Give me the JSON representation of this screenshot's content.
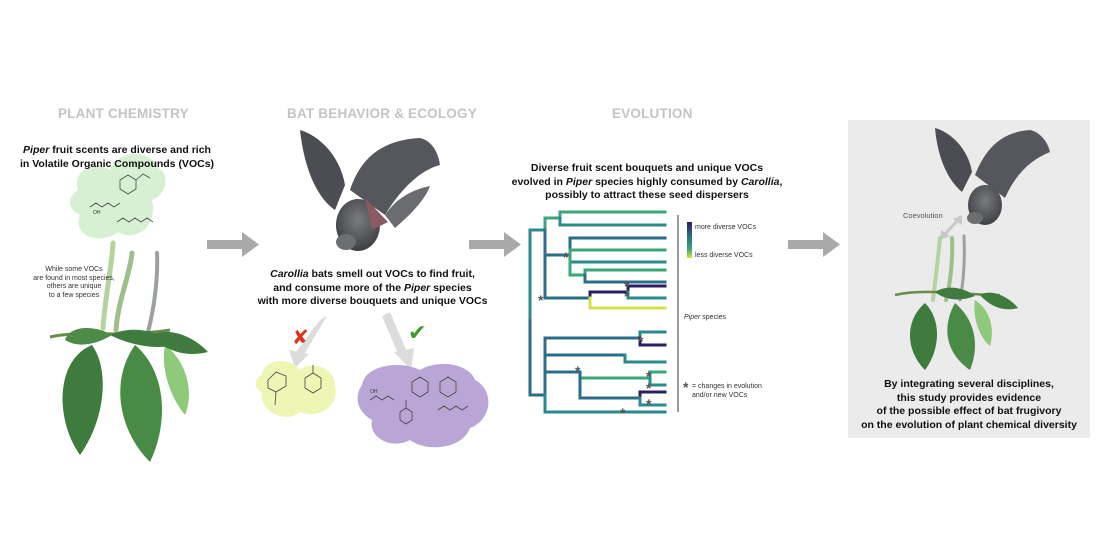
{
  "sections": {
    "plant_chemistry": {
      "title": "PLANT CHEMISTRY",
      "caption_1_italic": "Piper",
      "caption_1_rest": " fruit scents are diverse and rich",
      "caption_2": "in Volatile Organic Compounds (VOCs)",
      "side_note": [
        "While some VOCs",
        "are found in most species,",
        "others are unique",
        "to a few species"
      ],
      "molecule_label": "OH"
    },
    "bat_behavior": {
      "title": "BAT BEHAVIOR & ECOLOGY",
      "caption_1_italic": "Carollia",
      "caption_1_rest": " bats smell out VOCs to find fruit,",
      "caption_2_a": "and consume more of the ",
      "caption_2_italic": "Piper",
      "caption_2_b": " species",
      "caption_3": "with more diverse bouquets and unique VOCs",
      "reject_mark": "✘",
      "accept_mark": "✔",
      "molecule_label": "OH"
    },
    "evolution": {
      "title": "EVOLUTION",
      "caption_1": "Diverse fruit scent bouquets and unique VOCs",
      "caption_2_a": "evolved in ",
      "caption_2_italic_1": "Piper",
      "caption_2_b": " species highly consumed by ",
      "caption_2_italic_2": "Carollia",
      "caption_2_c": ",",
      "caption_3": "possibly to attract these seed dispersers",
      "legend_high": "more diverse VOCs",
      "legend_low": "less diverse VOCs",
      "species_label_italic": "Piper",
      "species_label_rest": " species",
      "change_mark": "*",
      "change_label_1": "= changes in evolution",
      "change_label_2": "and/or new VOCs"
    },
    "conclusion": {
      "coevolution_label": "Coevolution",
      "caption": [
        "By integrating several disciplines,",
        "this study provides evidence",
        "of the possible effect of bat frugivory",
        "on the evolution of plant chemical diversity"
      ]
    }
  },
  "colors": {
    "arrow": "#a9a9a9",
    "title_gray": "#c4c4c4",
    "leaf": "#3f7a3e",
    "leaf_light": "#8fc97a",
    "blob_green": "#d7f0d3",
    "blob_yellow": "#eef6b6",
    "blob_purple": "#b9a6d6",
    "reject": "#e0301e",
    "accept": "#3f9a2a",
    "panel": "#ebebeb",
    "tree_high": "#2d1e5e",
    "tree_low": "#d4e04a"
  }
}
